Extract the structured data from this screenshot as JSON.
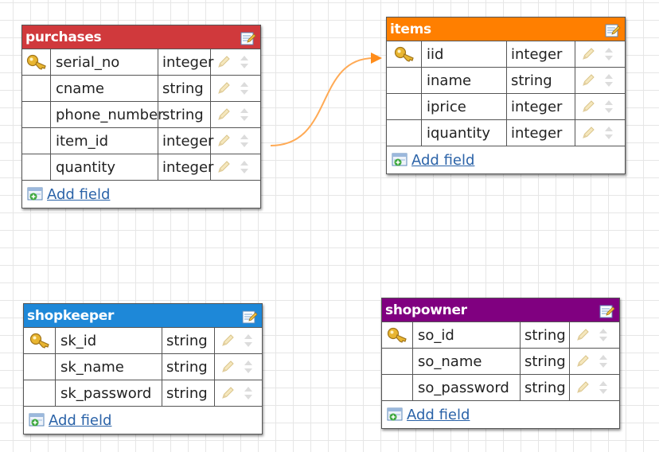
{
  "colors": {
    "purchases": "#d0393c",
    "items": "#ff7f00",
    "shopkeeper": "#1e88d8",
    "shopowner": "#800080",
    "relation_line": "#ffaa55"
  },
  "icons": {
    "primary_key": "key-icon",
    "edit_table": "edit-table-icon",
    "edit_field": "pencil-icon",
    "reorder": "up-down-arrows-icon",
    "add_field": "add-field-icon"
  },
  "add_field_label": "Add field",
  "tables": {
    "purchases": {
      "name": "purchases",
      "fields": [
        {
          "name": "serial_no",
          "type": "integer",
          "pk": true
        },
        {
          "name": "cname",
          "type": "string",
          "pk": false
        },
        {
          "name": "phone_number",
          "type": "string",
          "pk": false
        },
        {
          "name": "item_id",
          "type": "integer",
          "pk": false
        },
        {
          "name": "quantity",
          "type": "integer",
          "pk": false
        }
      ]
    },
    "items": {
      "name": "items",
      "fields": [
        {
          "name": "iid",
          "type": "integer",
          "pk": true
        },
        {
          "name": "iname",
          "type": "string",
          "pk": false
        },
        {
          "name": "iprice",
          "type": "integer",
          "pk": false
        },
        {
          "name": "iquantity",
          "type": "integer",
          "pk": false
        }
      ]
    },
    "shopkeeper": {
      "name": "shopkeeper",
      "fields": [
        {
          "name": "sk_id",
          "type": "string",
          "pk": true
        },
        {
          "name": "sk_name",
          "type": "string",
          "pk": false
        },
        {
          "name": "sk_password",
          "type": "string",
          "pk": false
        }
      ]
    },
    "shopowner": {
      "name": "shopowner",
      "fields": [
        {
          "name": "so_id",
          "type": "string",
          "pk": true
        },
        {
          "name": "so_name",
          "type": "string",
          "pk": false
        },
        {
          "name": "so_password",
          "type": "string",
          "pk": false
        }
      ]
    }
  },
  "relations": [
    {
      "from": "purchases.item_id",
      "to": "items.iid"
    }
  ]
}
